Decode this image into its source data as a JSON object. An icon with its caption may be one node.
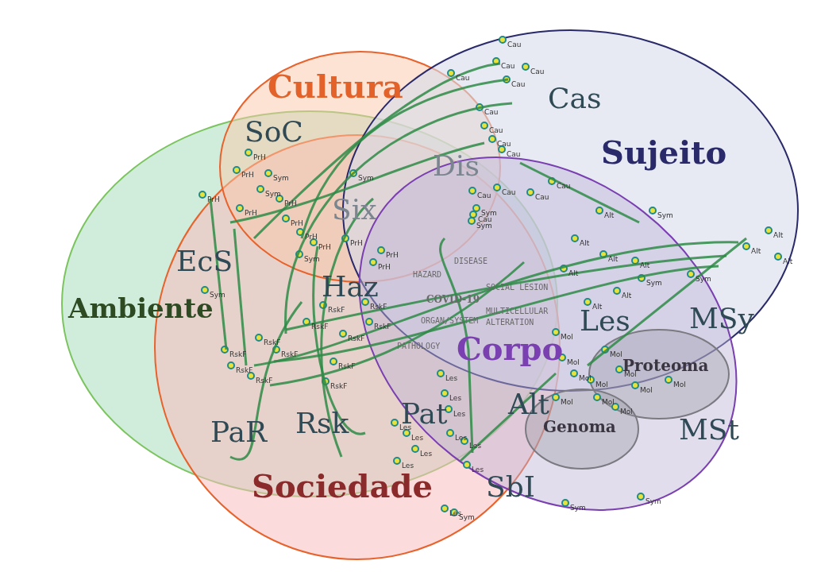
{
  "diagram": {
    "nodes": [
      {
        "text": [
          "Ambiente"
        ]
      },
      {
        "text": [
          "Sociedade"
        ]
      },
      {
        "text": [
          "Cultura"
        ]
      },
      {
        "text": [
          "Sujeito"
        ]
      },
      {
        "text": [
          "Corpo"
        ]
      },
      {
        "text": [
          "Proteoma"
        ],
        "in": 4
      },
      {
        "text": [
          "Genoma"
        ],
        "in": 4
      }
    ],
    "labels": [
      "SoC",
      "Cas",
      "Dis",
      "Six",
      "EcS",
      "Haz",
      "Les",
      "MSy",
      "Pat",
      "Alt",
      "PaR",
      "Rsk",
      "MSt",
      "SbI",
      "HAZARD",
      "DISEASE",
      "COVID-19",
      "SOCIAL LESION",
      "MULTICELLULAR",
      "ORGAN/SYSTEM",
      "ALTERATION",
      "PATHOLOGY",
      "Cau",
      "Cau",
      "Cau",
      "Cau",
      "Cau",
      "Cau",
      "Cau",
      "Cau",
      "Cau",
      "Cau",
      "Cau",
      "Cau",
      "Cau",
      "Cau",
      "PrH",
      "PrH",
      "PrH",
      "PrH",
      "PrH",
      "PrH",
      "PrH",
      "PrH",
      "PrH",
      "PrH",
      "PrH",
      "Sym",
      "Sym",
      "Sym",
      "Sym",
      "Sym",
      "Sym",
      "Sym",
      "Sym",
      "Sym",
      "Sym",
      "Sym",
      "Sym",
      "Sym",
      "RskF",
      "RskF",
      "RskF",
      "RskF",
      "RskF",
      "RskF",
      "RskF",
      "RskF",
      "RskF",
      "RskF",
      "RskF",
      "RskF",
      "Les",
      "Les",
      "Les",
      "Les",
      "Les",
      "Les",
      "Les",
      "Les",
      "Les",
      "Les",
      "Les",
      "Alt",
      "Alt",
      "Alt",
      "Alt",
      "Alt",
      "Alt",
      "Alt",
      "Alt",
      "Alt",
      "Alt",
      "Mol",
      "Mol",
      "Mol",
      "Mol",
      "Mol",
      "Mol",
      "Mol",
      "Mol",
      "Mol",
      "Mol",
      "Mol"
    ]
  }
}
